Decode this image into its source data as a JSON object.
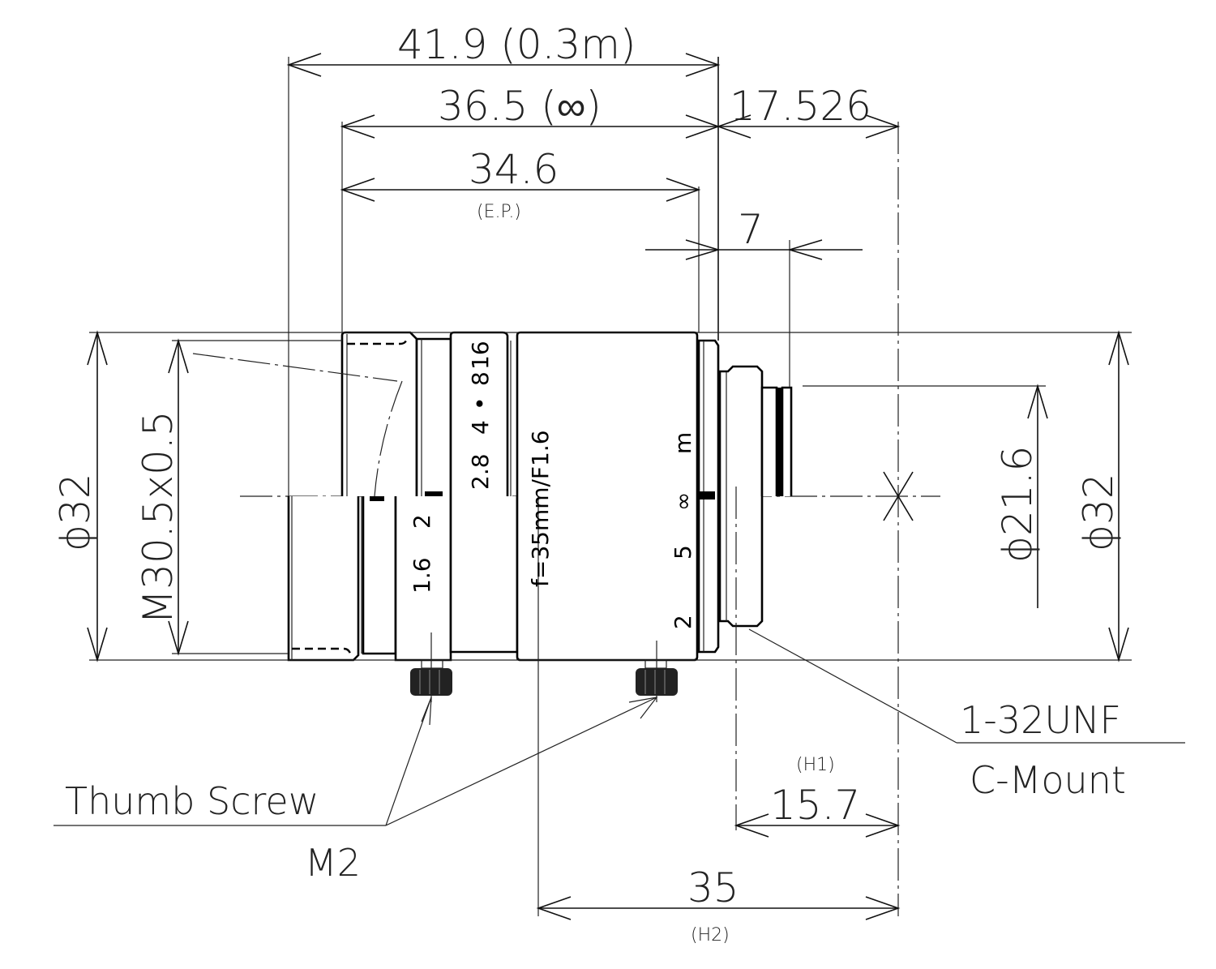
{
  "drawing": {
    "subject": "C-Mount lens outline drawing",
    "lens_marking": "f=35mm/F1.6",
    "aperture_scale": [
      "1.6",
      "2",
      "2.8",
      "4",
      "•",
      "8",
      "16"
    ],
    "focus_scale": [
      "2",
      "5",
      "∞",
      "m"
    ]
  },
  "dimensions": {
    "overall_03m": "41.9 (0.3m)",
    "overall_inf": "36.5 (∞)",
    "entrance_pupil": "34.6",
    "entrance_pupil_note": "(E.P.)",
    "back_focus": "17.526",
    "mount_depth": "7",
    "dia_left": "ϕ32",
    "filter_thread": "M30.5x0.5",
    "dia_right": "ϕ32",
    "rear_dia": "ϕ21.6",
    "h1_note": "(H1)",
    "h1_value": "15.7",
    "h2_value": "35",
    "h2_note": "(H2)"
  },
  "callouts": {
    "thumb_screw": "Thumb Screw",
    "thumb_screw_size": "M2",
    "mount_thread": "1-32UNF",
    "mount_type": "C-Mount"
  }
}
